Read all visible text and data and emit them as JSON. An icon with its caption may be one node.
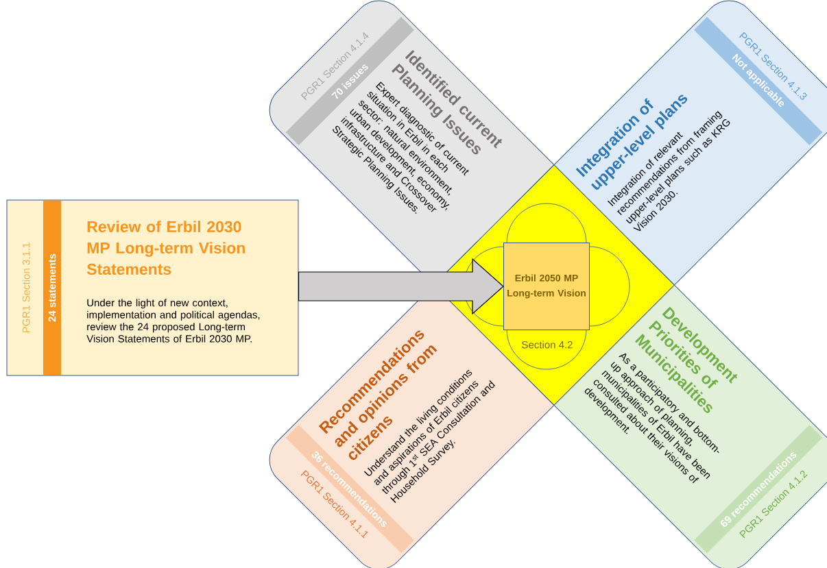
{
  "diagram": {
    "nodes": [
      {
        "text": [
          "PGR1 Section 4.1.4",
          "70 issues",
          "Identified current Planning Issues",
          "Expert diagnostic of current situation in Erbil in each sector: natural environment, urban development, economy, infrastructure and Crossover Strategic Planning Issues."
        ]
      },
      {
        "text": [
          "PGR1 Section 4.1.3",
          "Not applicable",
          "Integration of upper-level plans",
          "Integration of relevant recommendations from framing upper-level plans such as KRG Vision 2030."
        ]
      },
      {
        "text": [
          "PGR1 Section 3.1.1",
          "24 statements",
          "Review of Erbil 2030 MP Long-term Vision Statements",
          "Under the light of new context, implementation and political agendas, review the 24 proposed Long-term Vision Statements of Erbil 2030 MP."
        ]
      },
      {
        "text": [
          "Section 4.2"
        ]
      },
      {
        "text": [
          "Erbil 2050 MP Long-term Vision"
        ],
        "in": 3
      },
      {
        "text": [
          "PGR1 Section 4.1.1",
          "36 recommendations",
          "Recommendations and opinions from citizens",
          "Understand the living conditions and aspirations of Erbil citizens through 1$^{st}$ SEA Consultation and Household Survey."
        ]
      },
      {
        "text": [
          "PGR1 Section 4.1.2",
          "69 recommendations",
          "Development Priorities of Municipalities",
          "As a participatory and bottom-up approach of planning, municipalities of Erbil have been consulted about their visions of development."
        ]
      }
    ],
    "edges": [
      {
        "from": 2,
        "to": 4,
        "arrow": "to"
      }
    ]
  }
}
